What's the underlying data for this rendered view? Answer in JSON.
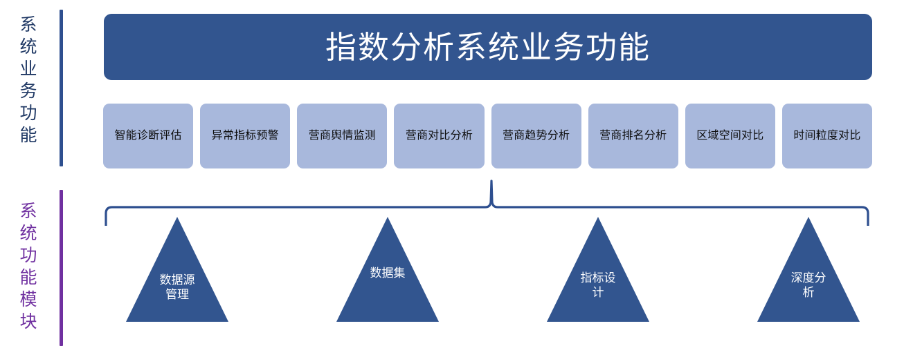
{
  "sections": [
    {
      "id": "business",
      "label": "系统业务功能",
      "color": "#1F3864",
      "bar_color": "#2E4F8F"
    },
    {
      "id": "modules",
      "label": "系统功能模块",
      "color": "#7030A0",
      "bar_color": "#7030A0"
    }
  ],
  "banner": {
    "title": "指数分析系统业务功能",
    "background": "#32558F",
    "text_color": "#FFFFFF"
  },
  "business_functions": {
    "box_color": "#A8B8DC",
    "text_color": "#0D0D0D",
    "items": [
      {
        "label": "智能诊断评估"
      },
      {
        "label": "异常指标预警"
      },
      {
        "label": "营商舆情监测"
      },
      {
        "label": "营商对比分析"
      },
      {
        "label": "营商趋势分析"
      },
      {
        "label": "营商排名分析"
      },
      {
        "label": "区域空间对比"
      },
      {
        "label": "时间粒度对比"
      }
    ]
  },
  "connector": {
    "type": "brace",
    "color": "#2E4F8F",
    "pointer_from": "营商趋势分析"
  },
  "modules": {
    "triangle_color": "#32558F",
    "text_color": "#FFFFFF",
    "items": [
      {
        "lines": [
          "数据源",
          "管理"
        ],
        "label": "数据源管理"
      },
      {
        "lines": [
          "数据集"
        ],
        "label": "数据集"
      },
      {
        "lines": [
          "指标设",
          "计"
        ],
        "label": "指标设计"
      },
      {
        "lines": [
          "深度分",
          "析"
        ],
        "label": "深度分析"
      }
    ]
  }
}
